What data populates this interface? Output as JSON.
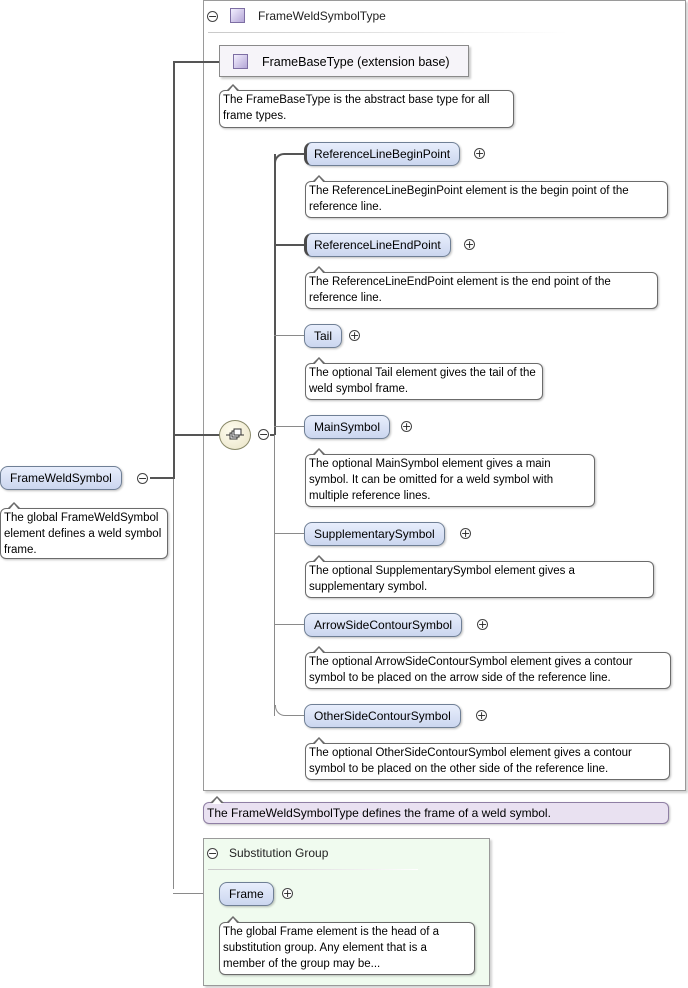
{
  "root": {
    "name": "FrameWeldSymbol",
    "doc": "The global FrameWeldSymbol element defines a weld symbol frame."
  },
  "complex_type": {
    "title": "FrameWeldSymbolType",
    "doc": "The FrameWeldSymbolType defines the frame of a weld symbol.",
    "base": {
      "label": "FrameBaseType (extension base)",
      "doc": "The FrameBaseType is the abstract base type for all frame types."
    },
    "children": [
      {
        "name": "ReferenceLineBeginPoint",
        "doc": "The ReferenceLineBeginPoint element is the begin point of the reference line."
      },
      {
        "name": "ReferenceLineEndPoint",
        "doc": "The ReferenceLineEndPoint element is the end point of the reference line."
      },
      {
        "name": "Tail",
        "doc": "The optional Tail element gives the tail of the weld symbol frame."
      },
      {
        "name": "MainSymbol",
        "doc": "The optional MainSymbol element gives a main symbol. It can be omitted for a weld symbol with multiple reference lines."
      },
      {
        "name": "SupplementarySymbol",
        "doc": "The optional SupplementarySymbol element gives a supplementary symbol."
      },
      {
        "name": "ArrowSideContourSymbol",
        "doc": "The optional ArrowSideContourSymbol element gives a contour symbol to be placed on the arrow side of the reference line."
      },
      {
        "name": "OtherSideContourSymbol",
        "doc": "The optional OtherSideContourSymbol element gives a contour symbol to be placed on the other side of the reference line."
      }
    ]
  },
  "substitution_group": {
    "title": "Substitution Group",
    "element": {
      "name": "Frame",
      "doc": "The global Frame element is the head of a substitution group. Any element that is a member of the group may be..."
    }
  },
  "glyphs": {
    "collapse": "−",
    "expand": "+"
  },
  "colors": {
    "node_fill": "#d6def4",
    "type_box": "#ffffff",
    "group_box": "#f0fbef",
    "type_doc_fill": "#e9e1f1"
  }
}
